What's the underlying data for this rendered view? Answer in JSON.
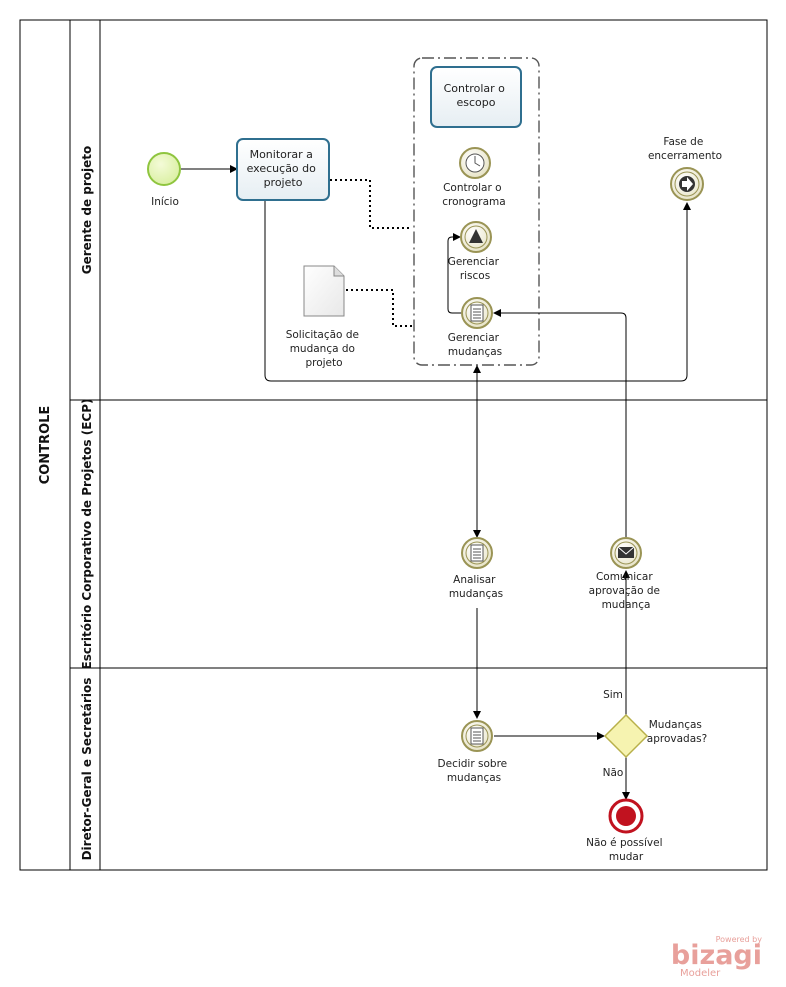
{
  "pool": {
    "label": "CONTROLE"
  },
  "lanes": [
    {
      "label": "Gerente de projeto"
    },
    {
      "label": "Escritório Corporativo de Projetos (ECP)"
    },
    {
      "label": "Diretor-Geral e Secretários"
    }
  ],
  "events": {
    "start": {
      "label": "Início"
    },
    "end_phase": {
      "label_lines": [
        "Fase de",
        "encerramento"
      ]
    },
    "end_error": {
      "label_lines": [
        "Não é possível",
        "mudar"
      ]
    }
  },
  "tasks": {
    "monitor": {
      "label_lines": [
        "Monitorar a",
        "execução do",
        "projeto"
      ]
    },
    "scope": {
      "label_lines": [
        "Controlar o",
        "escopo"
      ]
    }
  },
  "subprocesses": {
    "schedule": {
      "label_lines": [
        "Controlar o",
        "cronograma"
      ]
    },
    "risks": {
      "label_lines": [
        "Gerenciar",
        "riscos"
      ]
    },
    "changes": {
      "label_lines": [
        "Gerenciar",
        "mudanças"
      ]
    },
    "analyze": {
      "label_lines": [
        "Analisar",
        "mudanças"
      ]
    },
    "communicate": {
      "label_lines": [
        "Comunicar",
        "aprovação de",
        "mudança"
      ]
    },
    "decide": {
      "label_lines": [
        "Decidir sobre",
        "mudanças"
      ]
    }
  },
  "artifact": {
    "label_lines": [
      "Solicitação de",
      "mudança do",
      "projeto"
    ]
  },
  "gateway": {
    "label_lines": [
      "Mudanças",
      "aprovadas?"
    ]
  },
  "flows": {
    "yes": "Sim",
    "no": "Não"
  },
  "branding": {
    "powered": "Powered by",
    "name": "bizagi",
    "product": "Modeler"
  },
  "colors": {
    "start": "#8fc53f",
    "task_border": "#2f6f8f",
    "event_ring": "#9a9455",
    "gateway": "#f6f3b0",
    "error": "#c1121f",
    "brand": "#e8a09b"
  }
}
